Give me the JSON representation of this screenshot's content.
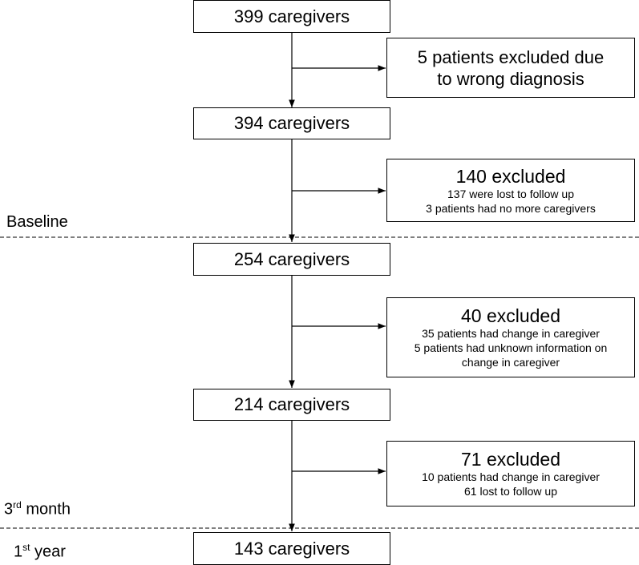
{
  "boxes": {
    "n399": "399 caregivers",
    "n394": "394 caregivers",
    "n254": "254 caregivers",
    "n214": "214 caregivers",
    "n143": "143 caregivers"
  },
  "exclusions": {
    "wrong_diagnosis": {
      "line1": "5 patients excluded due",
      "line2": "to wrong diagnosis"
    },
    "ex140": {
      "title": "140 excluded",
      "lines": [
        "137 were lost to follow up",
        "3 patients had no more caregivers"
      ]
    },
    "ex40": {
      "title": "40 excluded",
      "lines": [
        "35 patients had change in caregiver",
        "5 patients had unknown information on",
        "change in caregiver"
      ]
    },
    "ex71": {
      "title": "71 excluded",
      "lines": [
        "10 patients had change in caregiver",
        "61 lost to follow up"
      ]
    }
  },
  "phases": {
    "baseline": "Baseline",
    "third_month": {
      "number": "3",
      "suffix": "rd",
      "word": " month"
    },
    "first_year": {
      "number": "1",
      "suffix": "st",
      "word": " year"
    }
  }
}
